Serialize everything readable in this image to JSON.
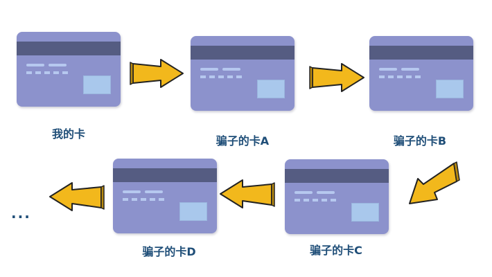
{
  "diagram": {
    "cards": [
      {
        "label": "我的卡"
      },
      {
        "label": "骗子的卡A"
      },
      {
        "label": "骗子的卡B"
      },
      {
        "label": "骗子的卡C"
      },
      {
        "label": "骗子的卡D"
      }
    ],
    "ellipsis": "...",
    "colors": {
      "card": "#8c92cc",
      "stripe": "#555c82",
      "arrow_fill": "#f2b81c",
      "arrow_outline": "#222222",
      "label": "#1f4e78"
    }
  }
}
